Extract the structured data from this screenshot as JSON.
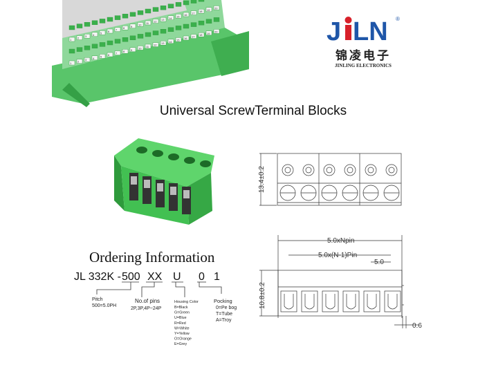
{
  "brand": {
    "logo_text": "JiLN",
    "chinese_name": "锦凌电子",
    "english_name": "JINLING ELECTRONICS",
    "registered_mark": "®",
    "blue": "#1f56a8",
    "red": "#d8202a"
  },
  "title": "Universal ScrewTerminal Blocks",
  "ordering": {
    "heading": "Ordering Information",
    "code_parts": [
      "JL 332K -",
      "500",
      "XX",
      "U",
      "0",
      "1"
    ],
    "pitch": {
      "label": "Pitch",
      "value": "500=5.0PH"
    },
    "pins": {
      "label": "No.of  pins",
      "value": "2P,3P,4P~24P"
    },
    "color": {
      "label": "Housing  Color",
      "options": [
        "B=Black",
        "G=Green",
        "U=Blue",
        "R=Red",
        "W=White",
        "Y=Yellow",
        "O=Orange",
        "E=Grey"
      ]
    },
    "packing": {
      "label": "Pocking",
      "options": [
        "0=Pe  bog",
        "T=Tube",
        "A=Troy"
      ]
    }
  },
  "drawing": {
    "height_top": "13.4±0.2",
    "height_bottom": "10.8±0.2",
    "width_total": "5.0xNpin",
    "width_inner": "5.0x(N-1)Pin",
    "pitch": "5.0",
    "offset": "0.6"
  },
  "photo_numbers": [
    "1",
    "2",
    "3",
    "4",
    "5",
    "6",
    "7",
    "8",
    "9",
    "10",
    "11",
    "12",
    "13",
    "14",
    "15",
    "16",
    "17",
    "18",
    "19",
    "20"
  ],
  "colors": {
    "green": "#4cc85a",
    "dark_green": "#2e9a3c"
  }
}
